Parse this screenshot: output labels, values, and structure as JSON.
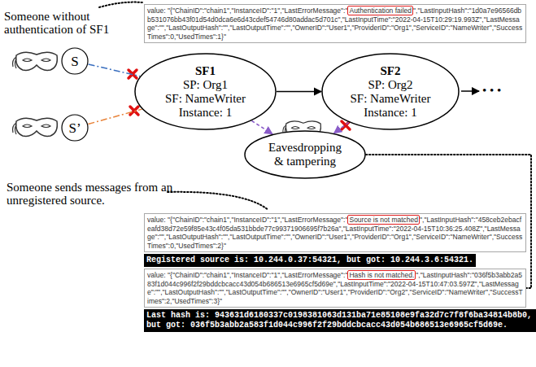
{
  "diagram": {
    "nodes": [
      {
        "text": [
          "S"
        ]
      },
      {
        "text": [
          "S’"
        ]
      },
      {
        "text": [
          "SF1",
          "SP: Org1",
          "SF: NameWriter",
          "Instance: 1"
        ]
      },
      {
        "text": [
          "SF2",
          "SP: Org2",
          "SF: NameWriter",
          "Instance: 1"
        ]
      },
      {
        "text": [
          "Eavesdropping & tampering"
        ]
      },
      {
        "text": [
          "value: \"{\"ChainID\":\"chain1\",\"InstanceID\":\"1\",\"LastErrorMessage\":\"",
          "Authentication failed",
          "\",\"LastInputHash\":\"1d0a7e96566dbb531076bb43f01d54d0dca6e6d43cdef54746d80addac5d701c\",\"LastInputTime\":\"2022-04-15T10:29:19.993Z\",\"LastMessage\":\"\",\"LastOutputHash\":\"\",\"LastOutputTime\":\"\",\"OwnerID\":\"User1\",\"ProviderID\":\"Org1\",\"ServiceID\":\"NameWriter\",\"SuccessTimes\":0,\"UsedTimes\":1}\""
        ]
      },
      {
        "text": [
          "value: \"{\"ChainID\":\"chain1\",\"InstanceID\":\"1\",\"LastErrorMessage\":\"",
          "Source is not matched",
          "\",\"LastInputHash\":\"458ceb2ebacfeafd38d72e59f85e43c4f05da531bbde77c99371906695f7b26a\",\"LastInputTime\":\"2022-04-15T10:36:25.408Z\",\"LastMessage\":\"\",\"LastOutputHash\":\"\",\"LastOutputTime\":\"\",\"OwnerID\":\"User1\",\"ProviderID\":\"Org1\",\"ServiceID\":\"NameWriter\",\"SuccessTimes\":0,\"UsedTimes\":2}\""
        ]
      },
      {
        "text": [
          "Registered source is: 10.244.0.37:54321, but got: 10.244.3.6:54321."
        ]
      },
      {
        "text": [
          "value: \"{\"ChainID\":\"chain1\",\"InstanceID\":\"1\",\"LastErrorMessage\":\"",
          "Hash is not matched.",
          "\",\"LastInputHash\":\"036f5b3abb2a583f1d044c996f2f29bddcbcacc43d054b686513e6965cf5d69e\",\"LastInputTime\":\"2022-04-15T10:47:03.597Z\",\"LastMessage\":\"\",\"LastOutputHash\":\"\",\"LastOutputTime\":\"\",\"OwnerID\":\"User1\",\"ProviderID\":\"Org2\",\"ServiceID\":\"NameWriter\",\"SuccessTimes\":2,\"UsedTimes\":3}\""
        ]
      },
      {
        "text": [
          "Last hash is: 943631d6180337c0198381063d131ba71e85108e9fa32d7c7f8f6ba34814b8b0, but got: 036f5b3abb2a583f1d044c996f2f29bddcbcacc43d054b686513e6965cf5d69e."
        ]
      }
    ],
    "edges": [
      {
        "from": 0,
        "to": 2,
        "arrow": "none"
      },
      {
        "from": 1,
        "to": 2,
        "arrow": "none"
      },
      {
        "from": 2,
        "to": 3,
        "arrow": "to"
      },
      {
        "from": 2,
        "to": 4,
        "arrow": "to"
      },
      {
        "from": 3,
        "to": 4,
        "arrow": "to"
      },
      {
        "from": 4,
        "to": 8,
        "arrow": "none"
      }
    ],
    "labels": [
      "Someone without authentication of SF1",
      "Someone sends messages from an unregistered source.",
      "• • •"
    ]
  }
}
